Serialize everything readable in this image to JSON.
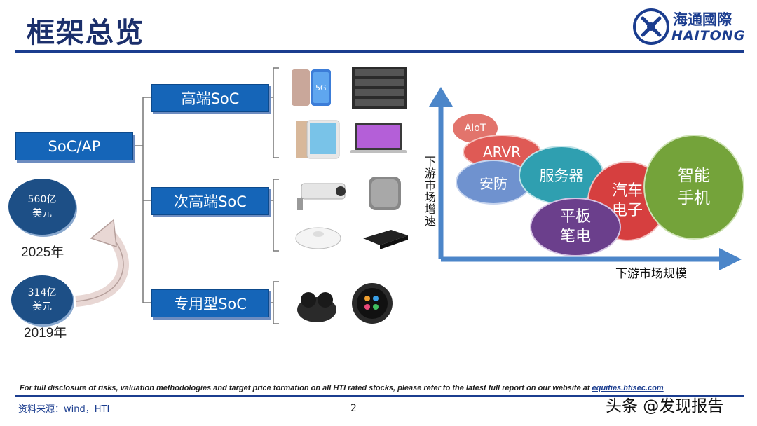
{
  "header": {
    "title": "框架总览",
    "brand_cn": "海通國際",
    "brand_en": "HAITONG"
  },
  "tree": {
    "root": "SoC/AP",
    "branches": [
      {
        "label": "高端SoC",
        "products": [
          "smartphone-5g",
          "server-rack",
          "tablet",
          "laptop"
        ]
      },
      {
        "label": "次高端SoC",
        "products": [
          "security-camera",
          "smart-speaker",
          "robot-vacuum",
          "mini-pc"
        ]
      },
      {
        "label": "专用型SoC",
        "products": [
          "earbuds",
          "smartwatch"
        ]
      }
    ]
  },
  "market": {
    "value_2025": "560亿\n美元",
    "year_2025": "2025年",
    "value_2019": "314亿\n美元",
    "year_2019": "2019年"
  },
  "bubbles": {
    "y_axis_label": "下游市场增速",
    "x_axis_label": "下游市场规模",
    "items": [
      {
        "label": "AIoT",
        "color": "#e2746c"
      },
      {
        "label": "ARVR",
        "color": "#df5a55"
      },
      {
        "label": "安防",
        "color": "#6f92cf"
      },
      {
        "label": "服务器",
        "color": "#2f9fb0"
      },
      {
        "label": "汽车\n电子",
        "color": "#d63f3f"
      },
      {
        "label": "智能\n手机",
        "color": "#74a33a"
      },
      {
        "label": "平板\n笔电",
        "color": "#6b3f8c"
      }
    ]
  },
  "footer": {
    "disclaimer": "For full disclosure of risks, valuation methodologies and target price formation on all HTI rated stocks, please refer to the latest full report on our website at ",
    "link": "equities.htisec.com",
    "source": "资料来源：wind，HTI",
    "page": "2",
    "watermark": "头条 @发现报告"
  }
}
